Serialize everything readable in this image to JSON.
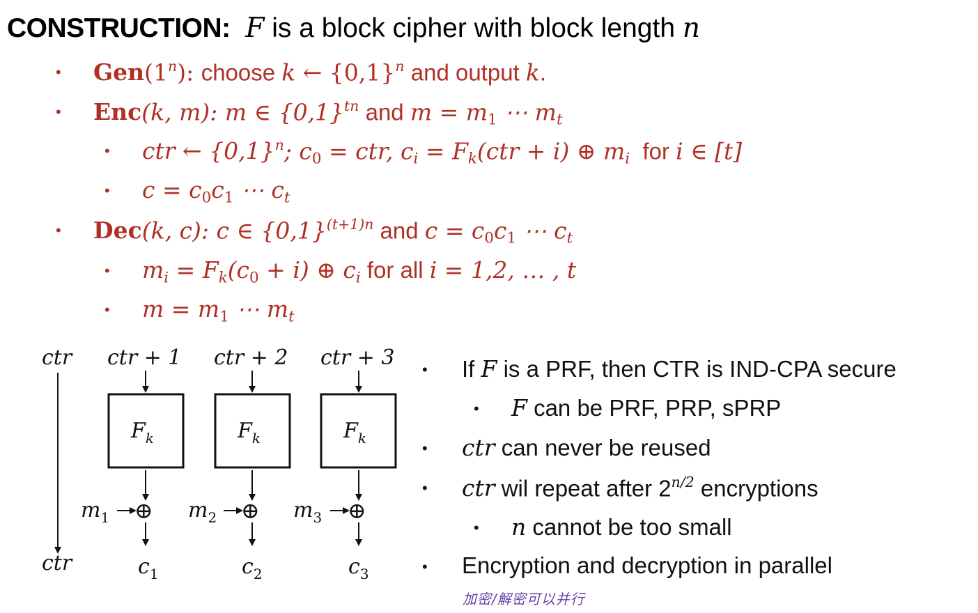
{
  "title": {
    "label": "CONSTRUCTION:",
    "var_F": "F",
    "text": " is a block cipher with block length ",
    "var_n": "n"
  },
  "gen": {
    "name": "Gen",
    "arg": "(1",
    "arg_sup": "n",
    "arg_close": "): ",
    "text1": "choose ",
    "k": "k",
    "arrow": " ← {0,1}",
    "sup": "n",
    "text2": " and output ",
    "k2": "k",
    "dot": "."
  },
  "enc": {
    "name": "Enc",
    "args": "(k, m): ",
    "m_in": "m ∈ {0,1}",
    "sup": "tn",
    "and": " and ",
    "eq": "m = m",
    "sub1": "1",
    "dots": " ⋯ m",
    "subt": "t",
    "sub_items": [
      {
        "pre": "ctr ← {0,1}",
        "sup": "n",
        "mid": "; c",
        "s0": "0",
        "mid2": " = ctr, c",
        "si": "i",
        "mid3": " = F",
        "sk": "k",
        "mid4": "(ctr + i) ⊕ m",
        "si2": "i",
        "for": "  for ",
        "tail": "i ∈ [t]"
      },
      {
        "pre": "c = c",
        "s0": "0",
        "mid": "c",
        "s1": "1",
        "mid2": " ⋯ c",
        "st": "t"
      }
    ]
  },
  "dec": {
    "name": "Dec",
    "args": "(k, c): ",
    "c_in": "c ∈ {0,1}",
    "sup": "(t+1)n",
    "and": " and ",
    "eq": "c = c",
    "s0": "0",
    "c1": "c",
    "s1": "1",
    "dots": " ⋯ c",
    "st": "t",
    "sub_items": [
      {
        "pre": "m",
        "si": "i",
        "mid": " = F",
        "sk": "k",
        "mid2": "(c",
        "s0": "0",
        "mid3": " + i) ⊕ c",
        "si2": "i",
        "for": " for all ",
        "tail": "i = 1,2, … , t"
      },
      {
        "pre": "m = m",
        "s1": "1",
        "mid": " ⋯ m",
        "st": "t"
      }
    ]
  },
  "diagram": {
    "ctr_top": "ctr",
    "ctr_bottom": "ctr",
    "blocks": [
      {
        "input": "ctr + 1",
        "func": "F",
        "func_sub": "k",
        "msg": "m",
        "msg_sub": "1",
        "out": "c",
        "out_sub": "1"
      },
      {
        "input": "ctr + 2",
        "func": "F",
        "func_sub": "k",
        "msg": "m",
        "msg_sub": "2",
        "out": "c",
        "out_sub": "2"
      },
      {
        "input": "ctr + 3",
        "func": "F",
        "func_sub": "k",
        "msg": "m",
        "msg_sub": "3",
        "out": "c",
        "out_sub": "3"
      }
    ],
    "xor_symbol": "⊕"
  },
  "notes": [
    {
      "pre": "If ",
      "var": "F",
      "text": " is a PRF, then CTR is IND-CPA secure"
    },
    {
      "var": "F",
      "text": " can be PRF, PRP, sPRP"
    },
    {
      "var": "ctr",
      "text": " can never be reused"
    },
    {
      "var": "ctr",
      "text": " wil repeat after 2",
      "sup": "n/2",
      "text2": " encryptions"
    },
    {
      "var": "n",
      "text": " cannot be too small"
    },
    {
      "text": "Encryption and decryption in parallel"
    }
  ],
  "handwritten_note": "加密/解密可以并行",
  "colors": {
    "red": "#b03025",
    "black": "#111111",
    "note": "#6a3fa8"
  }
}
